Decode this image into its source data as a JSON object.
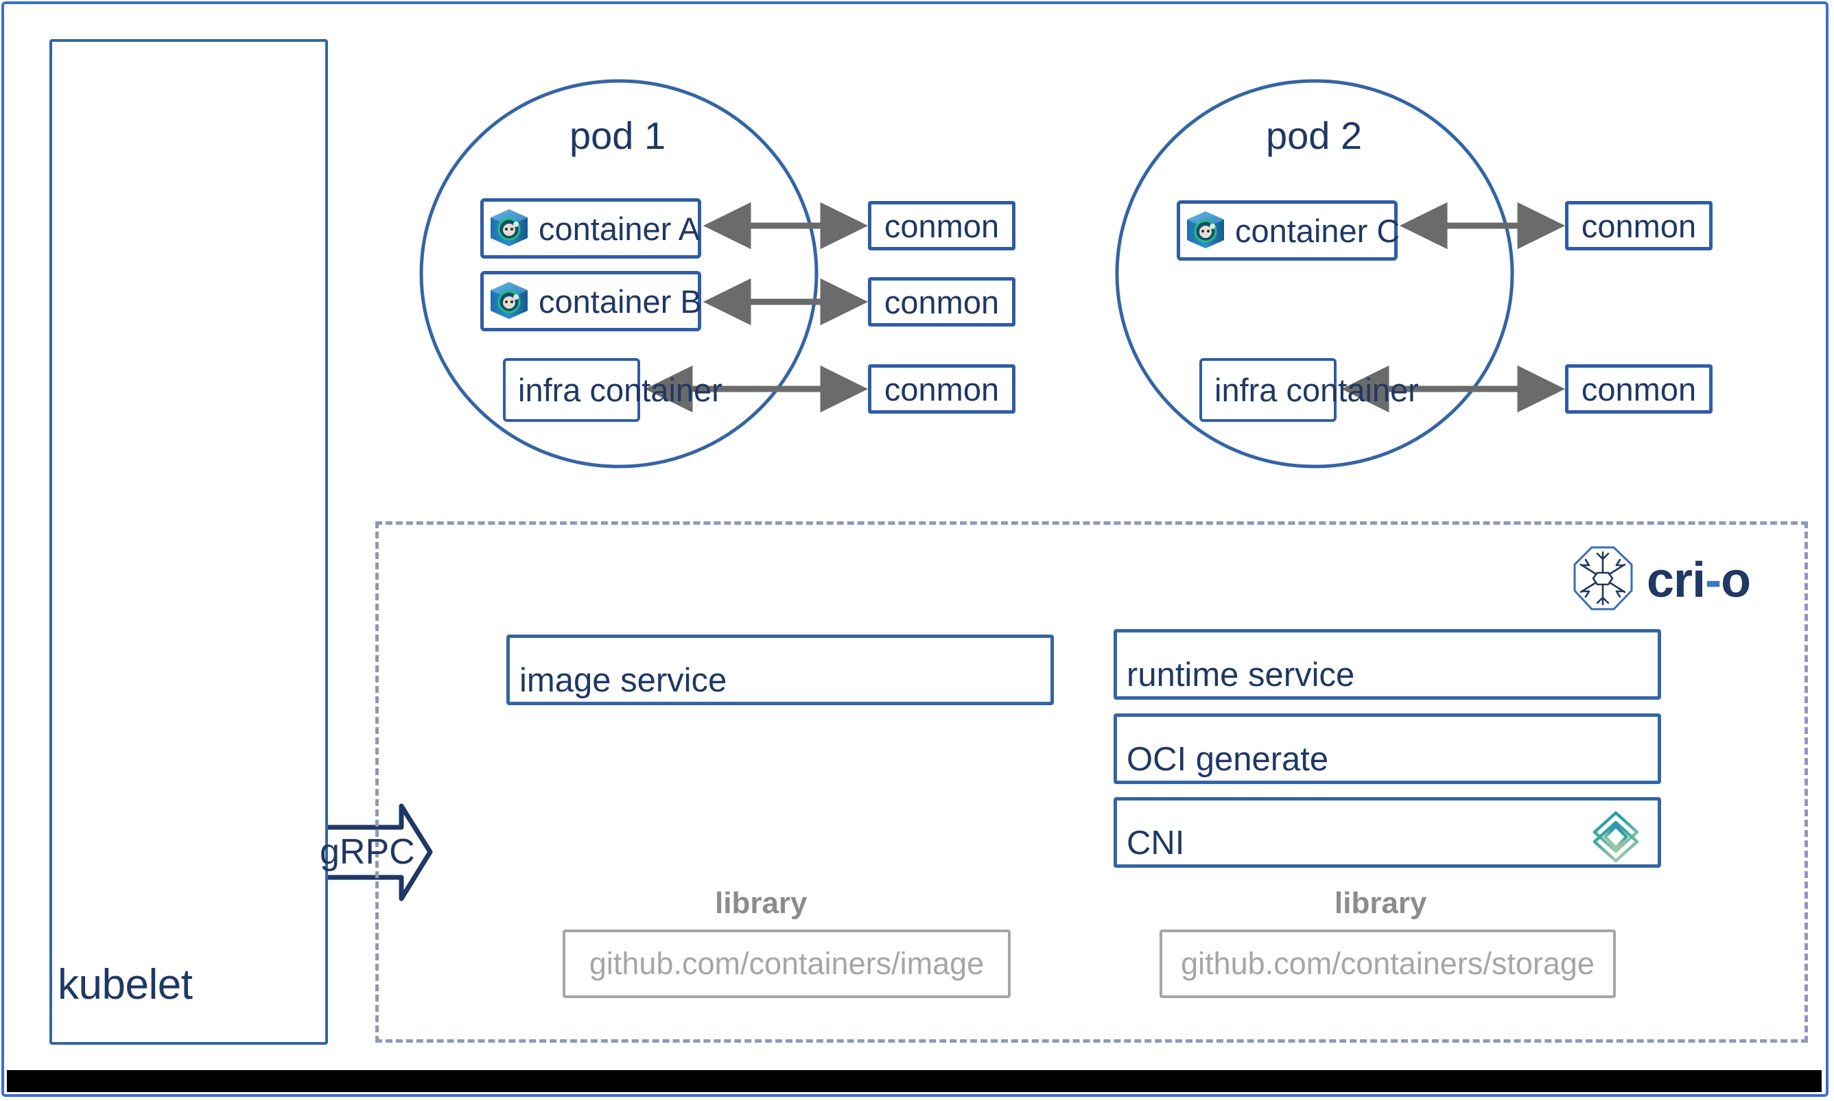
{
  "diagram": {
    "title": "CRI-O architecture",
    "colors": {
      "frame_blue": "#3b6fd4",
      "box_blue": "#3465a4",
      "text_navy": "#1f3864",
      "dashed_gray_blue": "#8f98b8",
      "library_gray": "#a6a6a6",
      "cni_teal": "#31a99a",
      "crio_dash_blue": "#3779c2"
    }
  },
  "kubelet": {
    "label": "kubelet"
  },
  "grpc": {
    "label": "gRPC"
  },
  "pods": [
    {
      "title": "pod 1",
      "containers": [
        {
          "label": "container A",
          "has_icon": true
        },
        {
          "label": "container B",
          "has_icon": true
        }
      ],
      "infra": {
        "label": "infra container"
      },
      "conmons": [
        "conmon",
        "conmon",
        "conmon"
      ]
    },
    {
      "title": "pod 2",
      "containers": [
        {
          "label": "container C",
          "has_icon": true
        }
      ],
      "infra": {
        "label": "infra container"
      },
      "conmons": [
        "conmon",
        "conmon"
      ]
    }
  ],
  "crio": {
    "name": "cri",
    "dash": "-",
    "suffix": "o",
    "logo_icon": "snowflake-octagon-icon",
    "services": {
      "left": [
        {
          "label": "image service"
        }
      ],
      "right": [
        {
          "label": "runtime service"
        },
        {
          "label": "OCI generate"
        },
        {
          "label": "CNI",
          "icon": "cni-diamond-icon"
        }
      ]
    },
    "libraries": [
      {
        "title": "library",
        "repo": "github.com/containers/image"
      },
      {
        "title": "library",
        "repo": "github.com/containers/storage"
      }
    ]
  }
}
